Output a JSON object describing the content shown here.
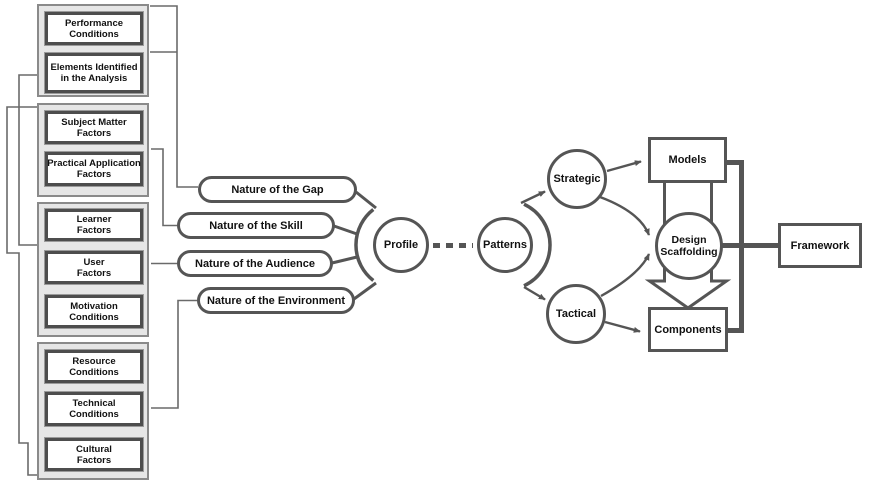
{
  "left_panel": {
    "groups": [
      {
        "boxes": [
          {
            "lines": [
              "Performance",
              "Conditions"
            ]
          },
          {
            "lines": [
              "Elements Identified",
              "in the Analysis"
            ]
          }
        ]
      },
      {
        "boxes": [
          {
            "lines": [
              "Subject Matter",
              "Factors"
            ]
          },
          {
            "lines": [
              "Practical Application",
              "Factors"
            ]
          }
        ]
      },
      {
        "boxes": [
          {
            "lines": [
              "Learner",
              "Factors"
            ]
          },
          {
            "lines": [
              "User",
              "Factors"
            ]
          },
          {
            "lines": [
              "Motivation",
              "Conditions"
            ]
          }
        ]
      },
      {
        "boxes": [
          {
            "lines": [
              "Resource",
              "Conditions"
            ]
          },
          {
            "lines": [
              "Technical",
              "Conditions"
            ]
          },
          {
            "lines": [
              "Cultural",
              "Factors"
            ]
          }
        ]
      }
    ]
  },
  "ovals": [
    {
      "label": "Nature of the Gap"
    },
    {
      "label": "Nature of the Skill"
    },
    {
      "label": "Nature of the Audience"
    },
    {
      "label": "Nature of the Environment"
    }
  ],
  "nodes": {
    "profile": {
      "label": "Profile"
    },
    "patterns": {
      "label": "Patterns"
    },
    "strategic": {
      "label": "Strategic"
    },
    "tactical": {
      "label": "Tactical"
    },
    "design_scaffolding": {
      "lines": [
        "Design",
        "Scaffolding"
      ]
    }
  },
  "boxes": {
    "models": {
      "label": "Models"
    },
    "components": {
      "label": "Components"
    },
    "framework": {
      "label": "Framework"
    }
  },
  "colors": {
    "stroke": "#5b5b5b",
    "shape_border": "#555555",
    "inner_box_border": "#4d4d4d",
    "group_border": "#8a8a8a",
    "group_fill": "#e6e6e6",
    "text": "#111111",
    "background": "#ffffff"
  }
}
